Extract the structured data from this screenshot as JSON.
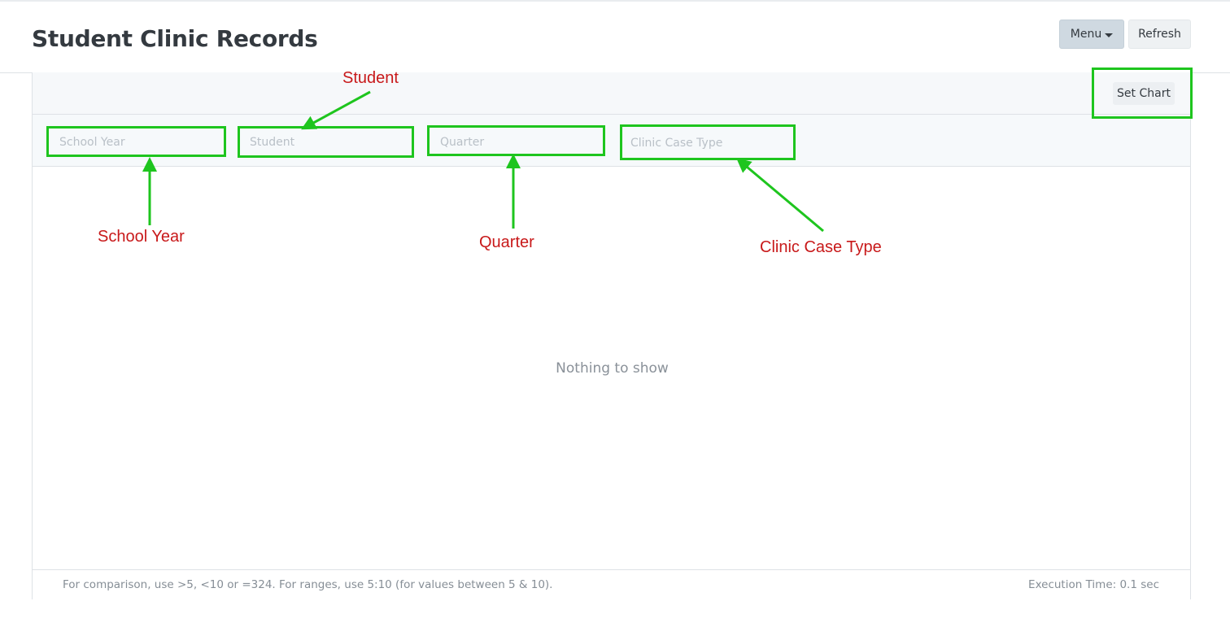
{
  "header": {
    "title": "Student Clinic Records",
    "menu_label": "Menu",
    "refresh_label": "Refresh"
  },
  "toolbar": {
    "set_chart_label": "Set Chart"
  },
  "filters": [
    {
      "placeholder": "School Year",
      "value": ""
    },
    {
      "placeholder": "Student",
      "value": ""
    },
    {
      "placeholder": "Quarter",
      "value": ""
    },
    {
      "placeholder": "Clinic Case Type",
      "value": ""
    }
  ],
  "grid": {
    "empty_message": "Nothing to show"
  },
  "footer": {
    "hint": "For comparison, use >5, <10 or =324. For ranges, use 5:10 (for values between 5 & 10).",
    "execution_time": "Execution Time: 0.1 sec"
  },
  "annotations": {
    "student": "Student",
    "school_year": "School Year",
    "quarter": "Quarter",
    "clinic_case_type": "Clinic Case Type"
  },
  "colors": {
    "annotation_box": "#1ec51e",
    "annotation_text": "#c8191a",
    "menu_bg": "#cfd9e1",
    "title": "#343a40"
  }
}
